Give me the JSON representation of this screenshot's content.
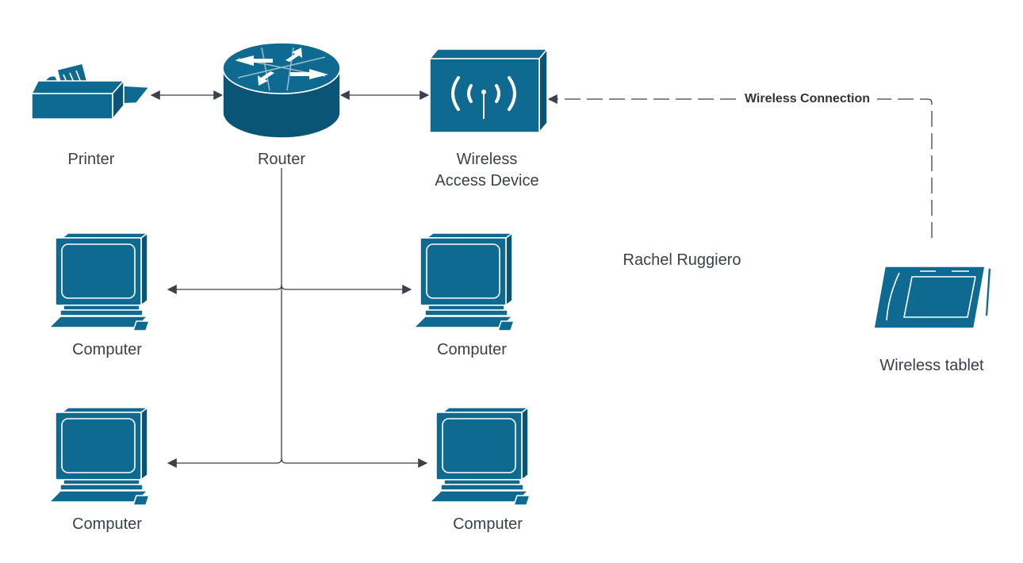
{
  "colors": {
    "device_fill": "#0f6a91",
    "device_dark": "#0a5576",
    "connector": "#3a414a",
    "label_text": "#3a414a"
  },
  "nodes": {
    "printer": {
      "label": "Printer",
      "icon": "printer-icon"
    },
    "router": {
      "label": "Router",
      "icon": "router-icon"
    },
    "access_device": {
      "label_line1": "Wireless",
      "label_line2": "Access Device",
      "icon": "wireless-access-point-icon"
    },
    "computer_top_left": {
      "label": "Computer",
      "icon": "computer-icon"
    },
    "computer_top_right": {
      "label": "Computer",
      "icon": "computer-icon"
    },
    "computer_bottom_left": {
      "label": "Computer",
      "icon": "computer-icon"
    },
    "computer_bottom_right": {
      "label": "Computer",
      "icon": "computer-icon"
    },
    "tablet": {
      "label": "Wireless tablet",
      "icon": "tablet-icon"
    }
  },
  "edges": {
    "wireless_label": "Wireless Connection"
  },
  "author": "Rachel Ruggiero"
}
